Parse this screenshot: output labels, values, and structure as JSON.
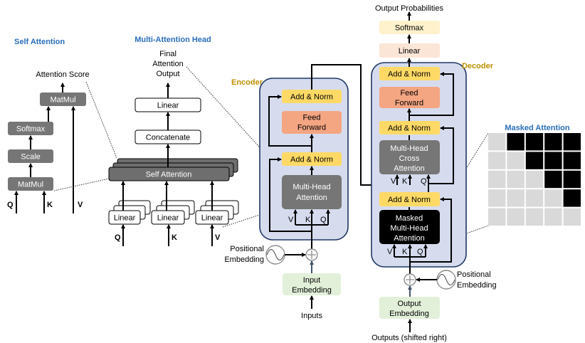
{
  "self_attention": {
    "title": "Self Attention",
    "output_label": "Attention Score",
    "matmul_top": "MatMul",
    "softmax": "Softmax",
    "scale": "Scale",
    "matmul_bottom": "MatMul",
    "inputs": [
      "Q",
      "K",
      "V"
    ]
  },
  "multi_head": {
    "title": "Multi-Attention Head",
    "output_label": [
      "Final",
      "Attention",
      "Output"
    ],
    "linear": "Linear",
    "concatenate": "Concatenate",
    "self_attention": "Self Attention",
    "linear_blocks": [
      "Linear",
      "Linear",
      "Linear"
    ],
    "inputs": [
      "Q",
      "K",
      "V"
    ]
  },
  "encoder": {
    "label": "Encoder",
    "add_norm_top": "Add & Norm",
    "feed_forward": [
      "Feed",
      "Forward"
    ],
    "add_norm_bottom": "Add & Norm",
    "attention": [
      "Multi-Head",
      "Attention"
    ],
    "attention_inputs": [
      "V",
      "K",
      "Q"
    ],
    "positional": [
      "Positional",
      "Embedding"
    ],
    "embedding": [
      "Input",
      "Embedding"
    ],
    "input_label": "Inputs"
  },
  "decoder": {
    "label": "Decoder",
    "output_label": "Output Probabilities",
    "softmax": "Softmax",
    "linear": "Linear",
    "add_norm_1": "Add & Norm",
    "feed_forward": [
      "Feed",
      "Forward"
    ],
    "add_norm_2": "Add & Norm",
    "cross_attention": [
      "Multi-Head",
      "Cross",
      "Attention"
    ],
    "cross_inputs": [
      "V",
      "K",
      "Q"
    ],
    "add_norm_3": "Add & Norm",
    "masked_attention": [
      "Masked",
      "Multi-Head",
      "Attention"
    ],
    "masked_inputs": [
      "V",
      "K",
      "Q"
    ],
    "positional": [
      "Positional",
      "Embedding"
    ],
    "embedding": [
      "Output",
      "Embedding"
    ],
    "input_label": "Outputs (shifted right)"
  },
  "masked_attention": {
    "title": "Masked Attention",
    "mask": [
      [
        0,
        1,
        1,
        1,
        1
      ],
      [
        0,
        0,
        1,
        1,
        1
      ],
      [
        0,
        0,
        0,
        1,
        1
      ],
      [
        0,
        0,
        0,
        0,
        1
      ],
      [
        0,
        0,
        0,
        0,
        0
      ]
    ],
    "colors": {
      "visible": "#d9d9d9",
      "masked": "#000000"
    }
  },
  "colors": {
    "title_blue": "#2a6ebb",
    "module_label": "#bf9000",
    "add_norm": "#ffd966",
    "feed_forward": "#f4a582",
    "attention_gray": "#767676",
    "embedding": "#e2f0d9",
    "module_fill": "#d6dcee",
    "module_border": "#1f3864"
  }
}
